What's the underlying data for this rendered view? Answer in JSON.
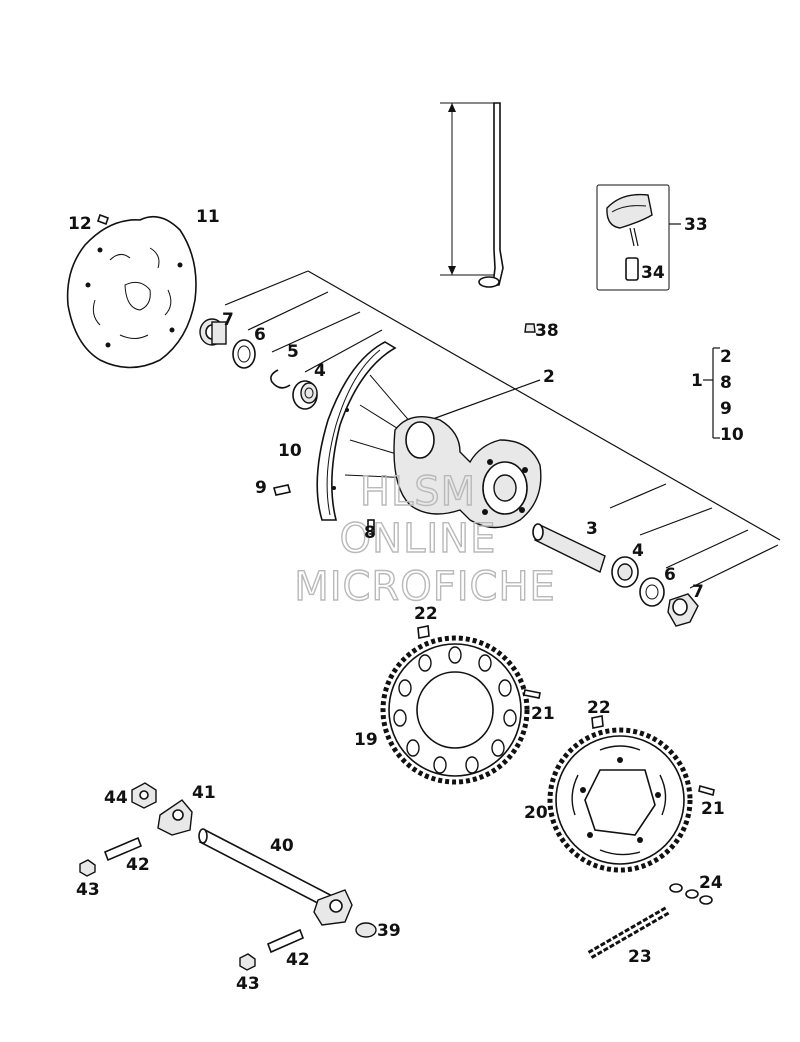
{
  "watermark": {
    "line1": "HLSM",
    "line2": "ONLINE",
    "line3": "MICROFICHE"
  },
  "callouts": {
    "c1": "1",
    "c2": "2",
    "c2b": "2",
    "c3": "3",
    "c4a": "4",
    "c4b": "4",
    "c5": "5",
    "c6a": "6",
    "c6b": "6",
    "c7a": "7",
    "c7b": "7",
    "c8": "8",
    "c8b": "8",
    "c9": "9",
    "c9b": "9",
    "c10": "10",
    "c10b": "10",
    "c11": "11",
    "c12": "12",
    "c19": "19",
    "c20": "20",
    "c21a": "21",
    "c21b": "21",
    "c22a": "22",
    "c22b": "22",
    "c23": "23",
    "c24": "24",
    "c33": "33",
    "c34": "34",
    "c38": "38",
    "c39": "39",
    "c40": "40",
    "c41": "41",
    "c42a": "42",
    "c42b": "42",
    "c43a": "43",
    "c43b": "43",
    "c44": "44"
  }
}
